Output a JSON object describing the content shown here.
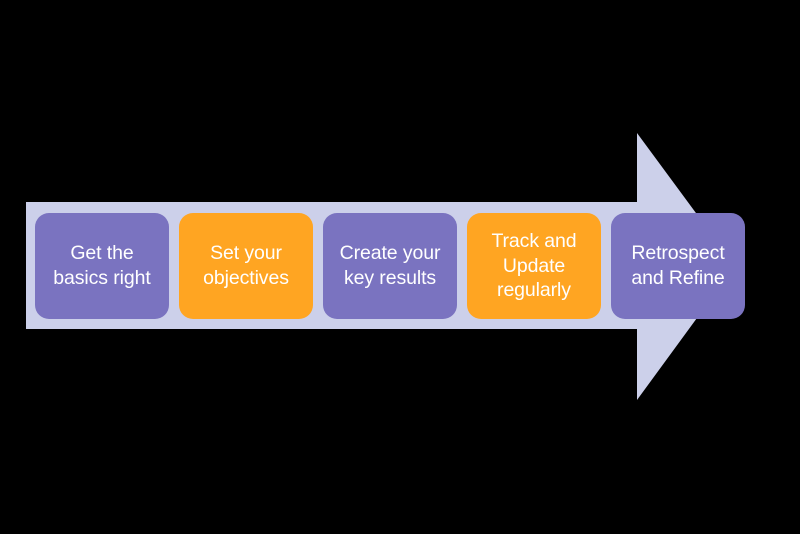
{
  "diagram": {
    "title": "OKR process arrow",
    "shape": "right-arrow-band",
    "colors": {
      "background": "#000000",
      "band": "#ccd0ea",
      "purple": "#7a73c0",
      "orange": "#ffa522",
      "label_text": "#ffffff"
    },
    "steps": [
      {
        "index": 1,
        "label": "Get the\nbasics right",
        "color_name": "purple",
        "color": "#7a73c0"
      },
      {
        "index": 2,
        "label": "Set your\nobjectives",
        "color_name": "orange",
        "color": "#ffa522"
      },
      {
        "index": 3,
        "label": "Create your\nkey results",
        "color_name": "purple",
        "color": "#7a73c0"
      },
      {
        "index": 4,
        "label": "Track and\nUpdate\nregularly",
        "color_name": "orange",
        "color": "#ffa522"
      },
      {
        "index": 5,
        "label": "Retrospect\nand Refine",
        "color_name": "purple",
        "color": "#7a73c0"
      }
    ]
  }
}
